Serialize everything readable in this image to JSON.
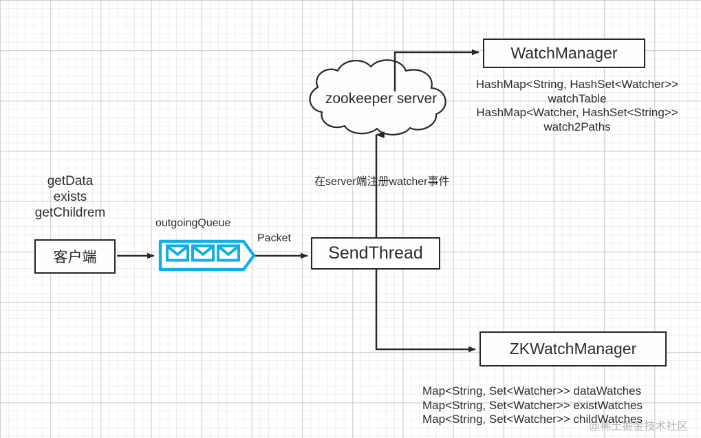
{
  "diagram": {
    "title": "zookeeper watcher registration flow",
    "colors": {
      "stroke": "#26272a",
      "text": "#2b2c2f",
      "queue_accent": "#12aee6",
      "grid_minor": "#c8c8c8",
      "grid_major": "#a8a8a8",
      "watermark": "#78787d"
    },
    "nodes": {
      "client": {
        "label": "客户端",
        "shape": "rect"
      },
      "send_thread": {
        "label": "SendThread",
        "shape": "rect"
      },
      "zookeeper_server": {
        "label": "zookeeper server",
        "shape": "cloud"
      },
      "watch_manager": {
        "label": "WatchManager",
        "shape": "rect"
      },
      "zk_watch_manager": {
        "label": "ZKWatchManager",
        "shape": "rect"
      },
      "outgoing_queue": {
        "label": "outgoingQueue",
        "shape": "queue-arrow",
        "item_count": 3,
        "item_icon": "envelope-icon"
      }
    },
    "edge_labels": {
      "packet": "Packet",
      "register_watcher": "在server端注册watcher事件"
    },
    "annotations": {
      "client_operations": "getData\nexists\ngetChildrem",
      "watch_manager_fields": "HashMap<String, HashSet<Watcher>>\nwatchTable\nHashMap<Watcher, HashSet<String>>\nwatch2Paths",
      "zk_watch_manager_fields": "Map<String, Set<Watcher>> dataWatches\nMap<String, Set<Watcher>> existWatches\nMap<String, Set<Watcher>> childWatches"
    },
    "watermark": "@稀土掘金技术社区"
  }
}
